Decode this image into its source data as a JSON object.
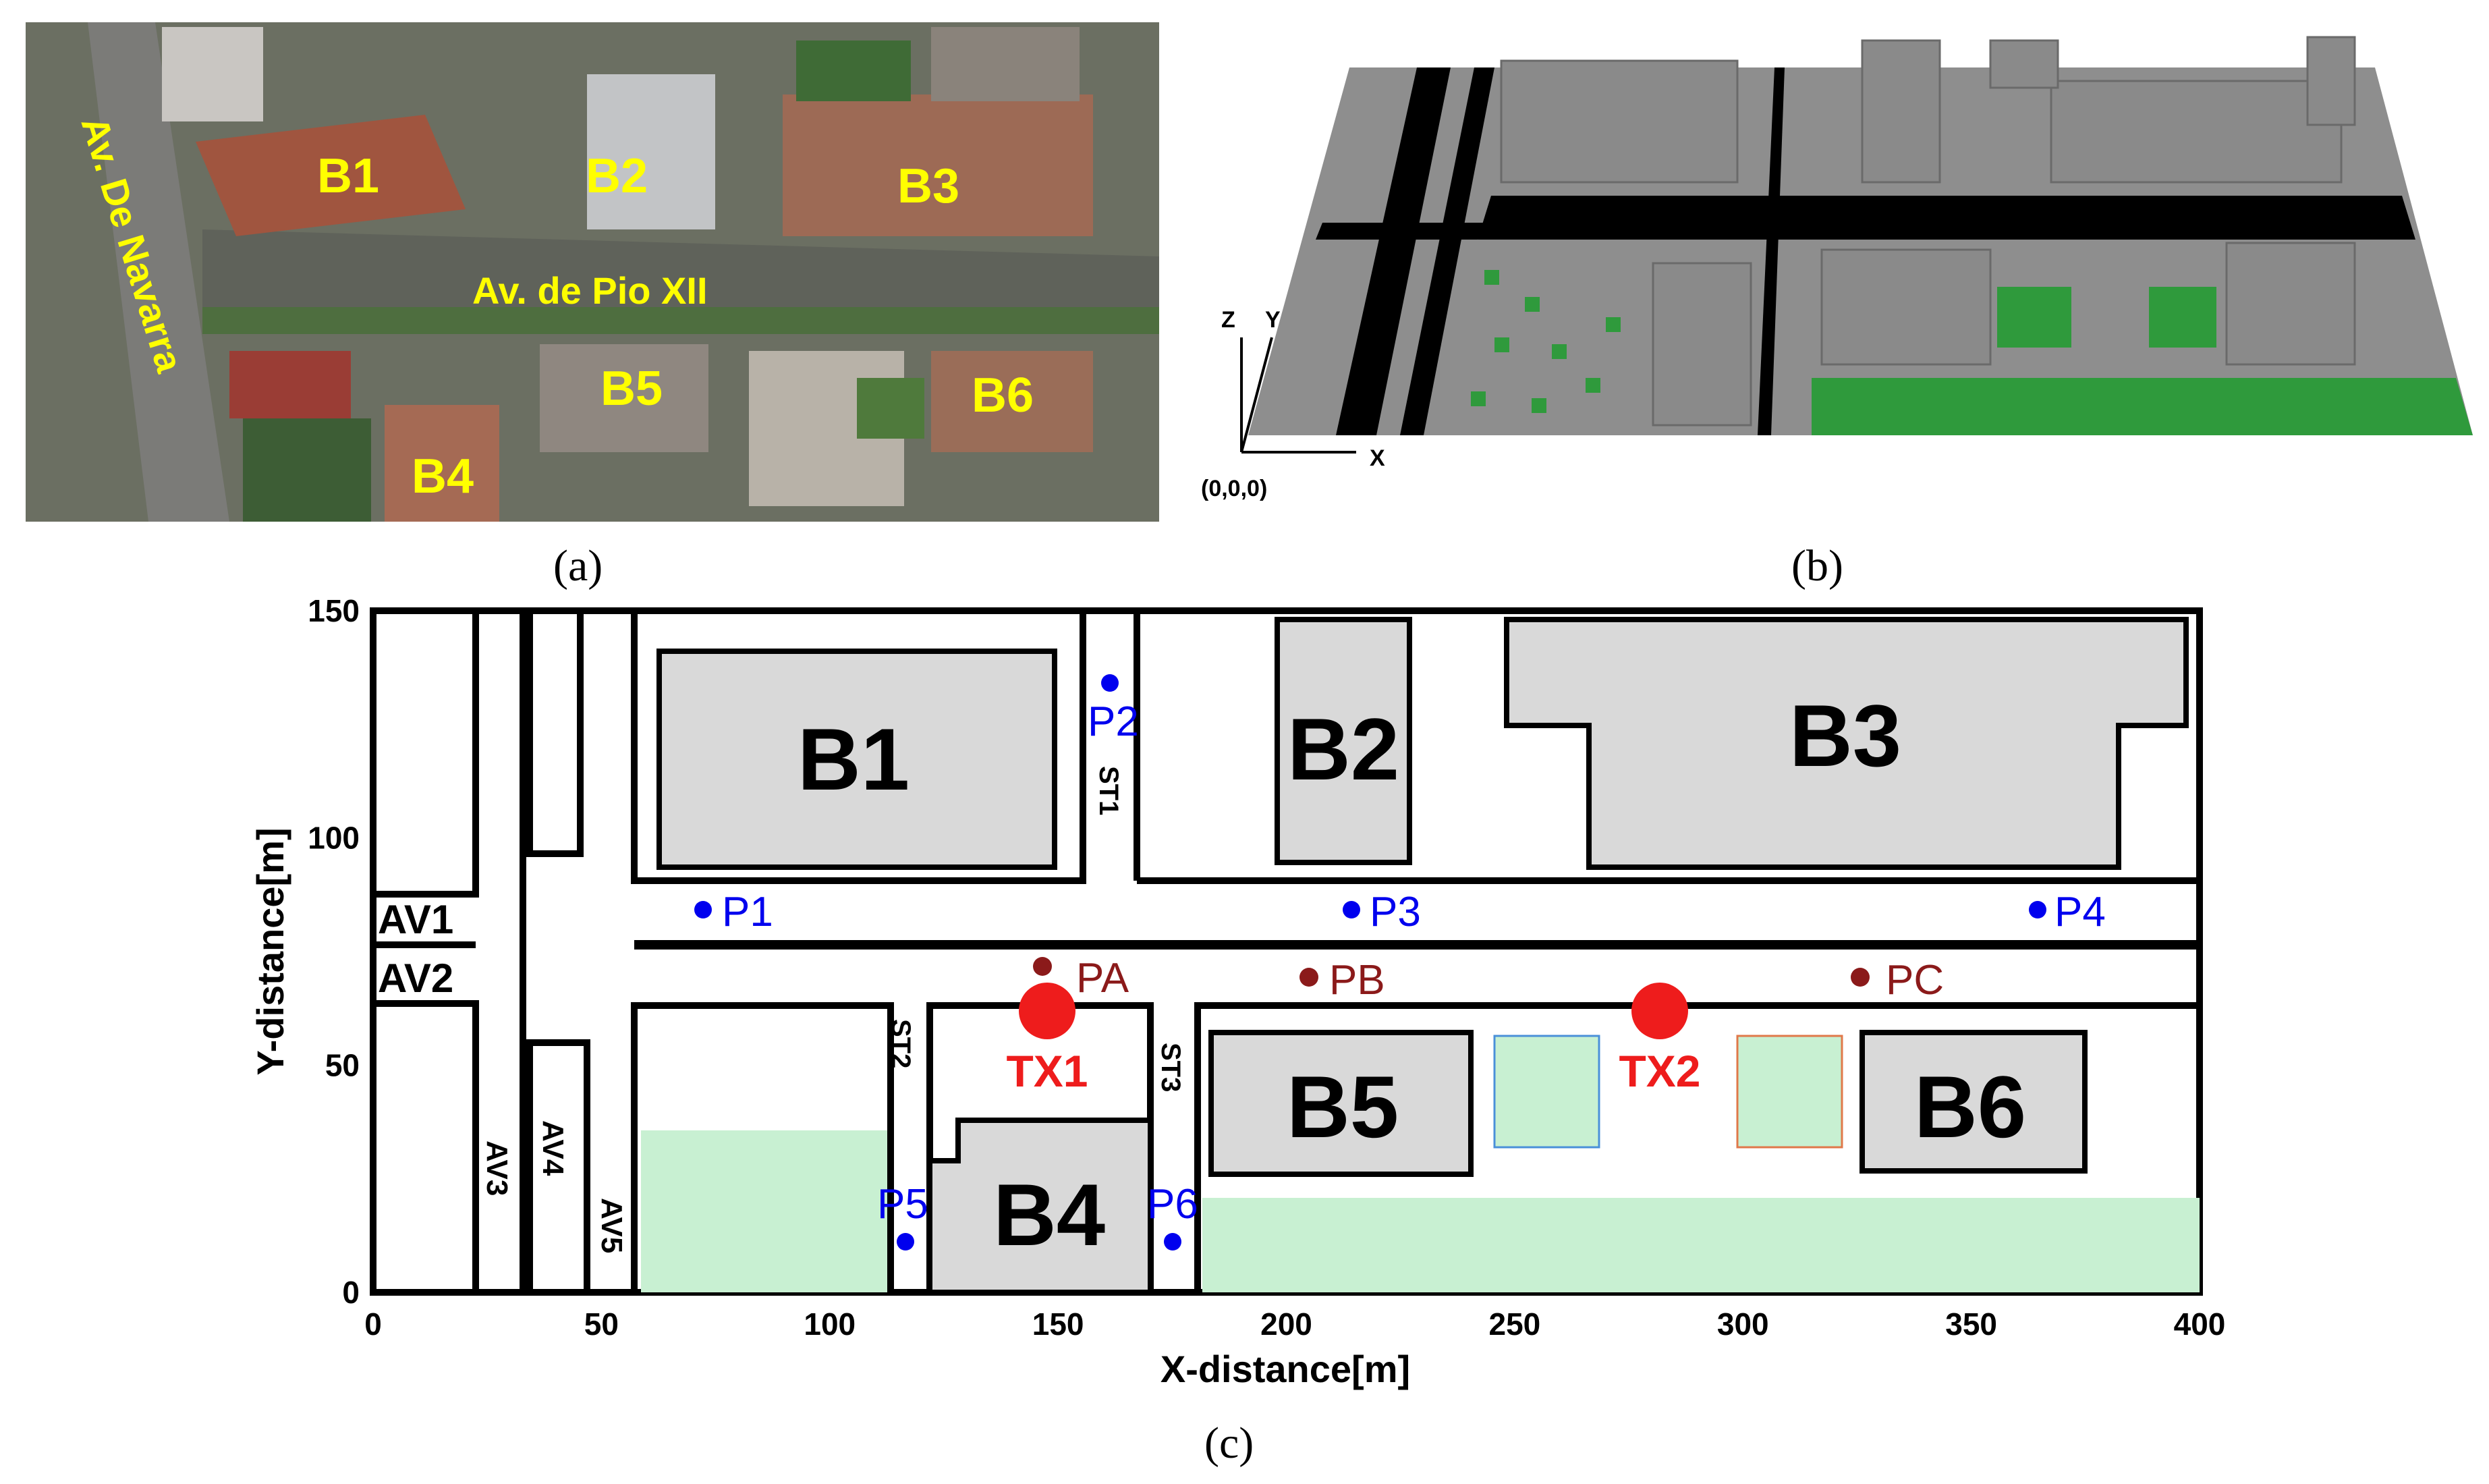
{
  "panel_a": {
    "caption": "(a)",
    "labels": {
      "b1": "B1",
      "b2": "B2",
      "b3": "B3",
      "b4": "B4",
      "b5": "B5",
      "b6": "B6",
      "avenue_navarra": "Av. De Navarra",
      "avenue_pio": "Av. de Pio XII"
    },
    "colors": {
      "label": "#ffff00"
    }
  },
  "panel_b": {
    "caption": "(b)",
    "axes": {
      "z": "Z",
      "y": "Y",
      "x": "X",
      "origin": "(0,0,0)"
    },
    "colors": {
      "ground": "#8e8e8e",
      "building": "#8a8a8a",
      "grass": "#2f9a3c",
      "road": "#000000"
    }
  },
  "panel_c": {
    "caption": "(c)",
    "xlabel": "X-distance[m]",
    "ylabel": "Y-distance[m]",
    "x_ticks": [
      "0",
      "50",
      "100",
      "150",
      "200",
      "250",
      "300",
      "350",
      "400"
    ],
    "y_ticks": [
      "0",
      "50",
      "100",
      "150"
    ],
    "buildings": [
      "B1",
      "B2",
      "B3",
      "B4",
      "B5",
      "B6"
    ],
    "avenues": [
      "AV1",
      "AV2",
      "AV3",
      "AV4",
      "AV5"
    ],
    "streets": [
      "ST1",
      "ST2",
      "ST3"
    ],
    "points_blue": [
      "P1",
      "P2",
      "P3",
      "P4",
      "P5",
      "P6"
    ],
    "points_red": [
      "PA",
      "PB",
      "PC"
    ],
    "transmitters": [
      "TX1",
      "TX2"
    ],
    "colors": {
      "blue_point": "#0000ee",
      "red_point": "#8b1a1a",
      "tx": "#ee1c1c",
      "building_fill": "#d9d9d9",
      "green_area": "#c8f0d2"
    }
  }
}
